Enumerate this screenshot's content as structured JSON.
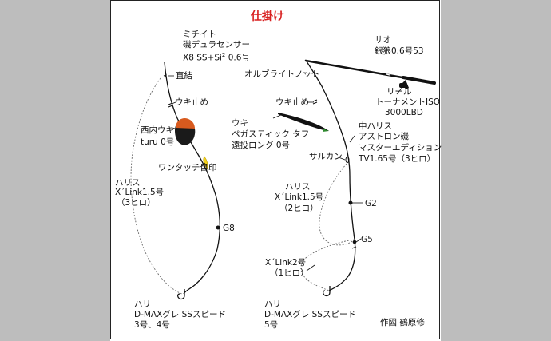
{
  "title": "仕掛け",
  "colors": {
    "title": "#d81f1f",
    "float_body": "#d85a1e",
    "indicator": "#f4d21a"
  },
  "left_rig": {
    "main_line": {
      "line1": "ミチイト",
      "line2": "磯デュラセンサー",
      "line3": "X8 SS+Si",
      "line3_sup": "2",
      "line3_tail": " 0.6号"
    },
    "direct_tie": "直結",
    "float_stop": "ウキ止め",
    "float": {
      "line1": "西内ウキ",
      "line2": "turu 0号"
    },
    "indicator": "ワンタッチ目印",
    "leader": {
      "line1": "ハリス",
      "line2": "X´Link1.5号",
      "line3": "（3ヒロ）"
    },
    "shot": "G8",
    "hook": {
      "line1": "ハリ",
      "line2": "D-MAXグレ SSスピード",
      "line3": "3号、4号"
    }
  },
  "right_rig": {
    "rod": {
      "line1": "サオ",
      "line2": "銀狼0.6号53"
    },
    "guide": "オルブライトノット",
    "reel": {
      "line1": "リール",
      "line2": "トーナメントISO",
      "line3": "3000LBD"
    },
    "float_stop": "ウキ止め",
    "float": {
      "line1": "ウキ",
      "line2": "ペガスティック タフ",
      "line3": "遠投ロング 0号"
    },
    "mid_leader": {
      "line1": "中ハリス",
      "line2": "アストロン磯",
      "line3": "マスターエディション",
      "line4": "TV1.65号（3ヒロ）"
    },
    "swivel": "サルカン",
    "leader": {
      "line1": "ハリス",
      "line2": "X´Link1.5号",
      "line3": "（2ヒロ）"
    },
    "shot_upper": "G2",
    "shot_lower": "G5",
    "branch_leader": {
      "line1": "X´Link2号",
      "line2": "（1ヒロ）"
    },
    "hook": {
      "line1": "ハリ",
      "line2": "D-MAXグレ SSスピード",
      "line3": "5号"
    }
  },
  "credit": "作図 鶴原修"
}
